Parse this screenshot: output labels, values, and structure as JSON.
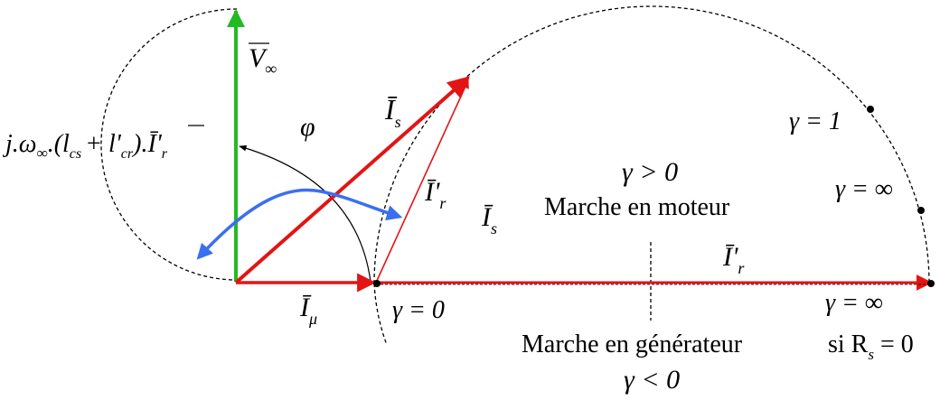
{
  "colors": {
    "red": "#e31414",
    "green": "#22bb22",
    "blue": "#3a6ff0",
    "black": "#000000"
  },
  "labels": {
    "v_inf": {
      "sym": "V",
      "sub": "∞"
    },
    "jw_term": {
      "prefix": "j.ω",
      "sub_inf": "∞",
      "mid1": ".(l",
      "sub_cs": "cs",
      "plus": "+ l'",
      "sub_cr": "cr",
      "mid2": ").",
      "ir": "Ī'",
      "sub_r": "r"
    },
    "phi": "φ",
    "is_top": {
      "sym": "Ī",
      "sub": "s"
    },
    "ir_mid": {
      "sym": "Ī'",
      "sub": "r"
    },
    "is_mid": {
      "sym": "Ī",
      "sub": "s"
    },
    "gamma_gt": "γ > 0",
    "moteur": "Marche en moteur",
    "gamma_1": "γ = 1",
    "gamma_inf_arc": "γ = ∞",
    "ir_right": {
      "sym": "Ī'",
      "sub": "r"
    },
    "i_mu": {
      "sym": "Ī",
      "sub": "μ"
    },
    "gamma_0": "γ = 0",
    "gamma_inf_axis": "γ = ∞",
    "si_rs": {
      "pre": "si R",
      "sub": "s",
      "post": " = 0"
    },
    "generateur": "Marche en générateur",
    "gamma_lt": "γ < 0"
  }
}
